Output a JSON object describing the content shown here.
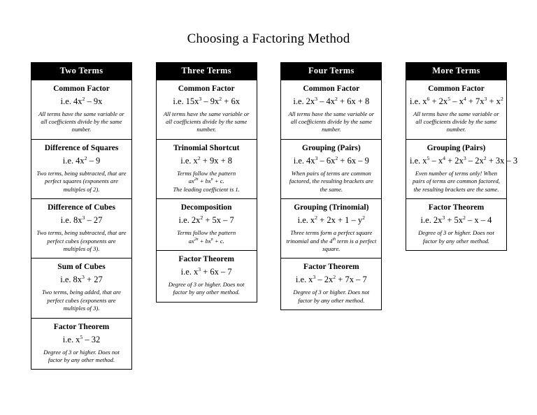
{
  "document": {
    "title": "Choosing a Factoring Method"
  },
  "columns": [
    {
      "header": "Two Terms",
      "cells": [
        {
          "title": "Common Factor",
          "example_prefix": "i.e.",
          "example": "4x² – 9x",
          "example_html": "4x<sup>2</sup> – 9x",
          "description": "All terms have the same variable or all coefficients divide by the same number."
        },
        {
          "title": "Difference of Squares",
          "example_prefix": "i.e.",
          "example": "4x² – 9",
          "example_html": "4x<sup>2</sup> – 9",
          "description": "Two terms, being subtracted, that are perfect squares (exponents are multiples of 2)."
        },
        {
          "title": "Difference of Cubes",
          "example_prefix": "i.e.",
          "example": "8x³ – 27",
          "example_html": "8x<sup>3</sup> – 27",
          "description": "Two terms, being subtracted, that are perfect cubes (exponents are multiples of 3)."
        },
        {
          "title": "Sum of Cubes",
          "example_prefix": "i.e.",
          "example": "8x³ + 27",
          "example_html": "8x<sup>3</sup> + 27",
          "description": "Two terms, being added, that are perfect cubes (exponents are multiples of 3)."
        },
        {
          "title": "Factor Theorem",
          "example_prefix": "i.e.",
          "example": "x⁵ – 32",
          "example_html": "x<sup>5</sup> – 32",
          "description": "Degree of 3 or higher. Does not factor by any other method."
        }
      ]
    },
    {
      "header": "Three Terms",
      "cells": [
        {
          "title": "Common Factor",
          "example_prefix": "i.e.",
          "example": "15x³ – 9x² + 6x",
          "example_html": "15x<sup>3</sup> – 9x<sup>2</sup> + 6x",
          "description": "All terms have the same variable or all coefficients divide by the same number."
        },
        {
          "title": "Trinomial Shortcut",
          "example_prefix": "i.e.",
          "example": "x² + 9x + 8",
          "example_html": "x<sup>2</sup> + 9x + 8",
          "description": "Terms follow the pattern ax²ⁿ + bxⁿ + c. The leading coefficient is 1.",
          "description_html": "Terms follow the pattern<br>ax<sup>2n</sup> + bx<sup>n</sup> + c.<br>The leading coefficient is 1."
        },
        {
          "title": "Decomposition",
          "example_prefix": "i.e.",
          "example": "2x² + 5x – 7",
          "example_html": "2x<sup>2</sup> + 5x – 7",
          "description": "Terms follow the pattern ax²ⁿ + bxⁿ + c.",
          "description_html": "Terms follow the pattern<br>ax<sup>2n</sup> + bx<sup>n</sup> + c."
        },
        {
          "title": "Factor Theorem",
          "example_prefix": "i.e.",
          "example": "x³ + 6x – 7",
          "example_html": "x<sup>3</sup> + 6x – 7",
          "description": "Degree of 3 or higher. Does not factor by any other method."
        }
      ]
    },
    {
      "header": "Four Terms",
      "cells": [
        {
          "title": "Common Factor",
          "example_prefix": "i.e.",
          "example": "2x³ – 4x² + 6x + 8",
          "example_html": "2x<sup>3</sup> – 4x<sup>2</sup> + 6x + 8",
          "description": "All terms have the same variable or all coefficients divide by the same number."
        },
        {
          "title": "Grouping (Pairs)",
          "example_prefix": "i.e.",
          "example": "4x³ – 6x² + 6x – 9",
          "example_html": "4x<sup>3</sup> – 6x<sup>2</sup> + 6x – 9",
          "description": "When pairs of terms are common factored, the resulting brackets are the same."
        },
        {
          "title": "Grouping (Trinomial)",
          "example_prefix": "i.e.",
          "example": "x² + 2x + 1 – y²",
          "example_html": "x<sup>2</sup> + 2x + 1 – y<sup>2</sup>",
          "description": "Three terms form a perfect square trinomial and the 4th term is a perfect square.",
          "description_html": "Three terms form a perfect square trinomial and the 4<sup>th</sup> term is a perfect square."
        },
        {
          "title": "Factor Theorem",
          "example_prefix": "i.e.",
          "example": "x³ – 2x² + 7x – 7",
          "example_html": "x<sup>3</sup> – 2x<sup>2</sup> + 7x – 7",
          "description": "Degree of 3 or higher. Does not factor by any other method."
        }
      ]
    },
    {
      "header": "More Terms",
      "cells": [
        {
          "title": "Common Factor",
          "example_prefix": "i.e.",
          "example": "x⁶ + 2x⁵ – x⁴ + 7x³ + x²",
          "example_html": "x<sup>6</sup> + 2x<sup>5</sup> – x<sup>4</sup> + 7x<sup>3</sup> + x<sup>2</sup>",
          "description": "All terms have the same variable or all coefficients divide by the same number."
        },
        {
          "title": "Grouping (Pairs)",
          "example_prefix": "i.e.",
          "example": "x⁵ – x⁴ + 2x³ – 2x² + 3x – 3",
          "example_html": "x<sup>5</sup> – x<sup>4</sup> + 2x<sup>3</sup> – 2x<sup>2</sup> + 3x – 3",
          "description": "Even number of terms only!  When pairs of terms are common factored, the resulting brackets are the same."
        },
        {
          "title": "Factor Theorem",
          "example_prefix": "i.e.",
          "example": "2x³ + 5x² – x – 4",
          "example_html": "2x<sup>3</sup> + 5x<sup>2</sup> – x – 4",
          "description": "Degree of 3 or higher. Does not factor by any other method."
        }
      ]
    }
  ],
  "colors": {
    "header_background": "#000000",
    "header_text": "#ffffff",
    "border": "#000000",
    "page_background": "#ffffff",
    "body_text": "#000000"
  }
}
